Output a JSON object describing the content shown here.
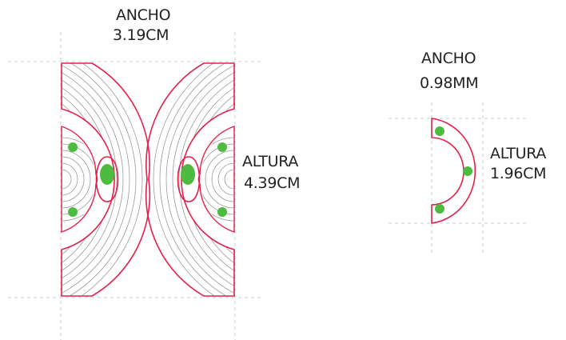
{
  "left_piece": {
    "width_label": "ANCHO",
    "width_value": "3.19CM",
    "height_label": "ALTURA",
    "height_value": "4.39CM"
  },
  "right_piece": {
    "width_label": "ANCHO",
    "width_value": "0.98MM",
    "height_label": "ALTURA",
    "height_value": "1.96CM"
  },
  "colors": {
    "outline": "#e2204c",
    "holes": "#4cbb3f",
    "guides": "#cfcfcf",
    "engraving": "#9a9a9a"
  }
}
